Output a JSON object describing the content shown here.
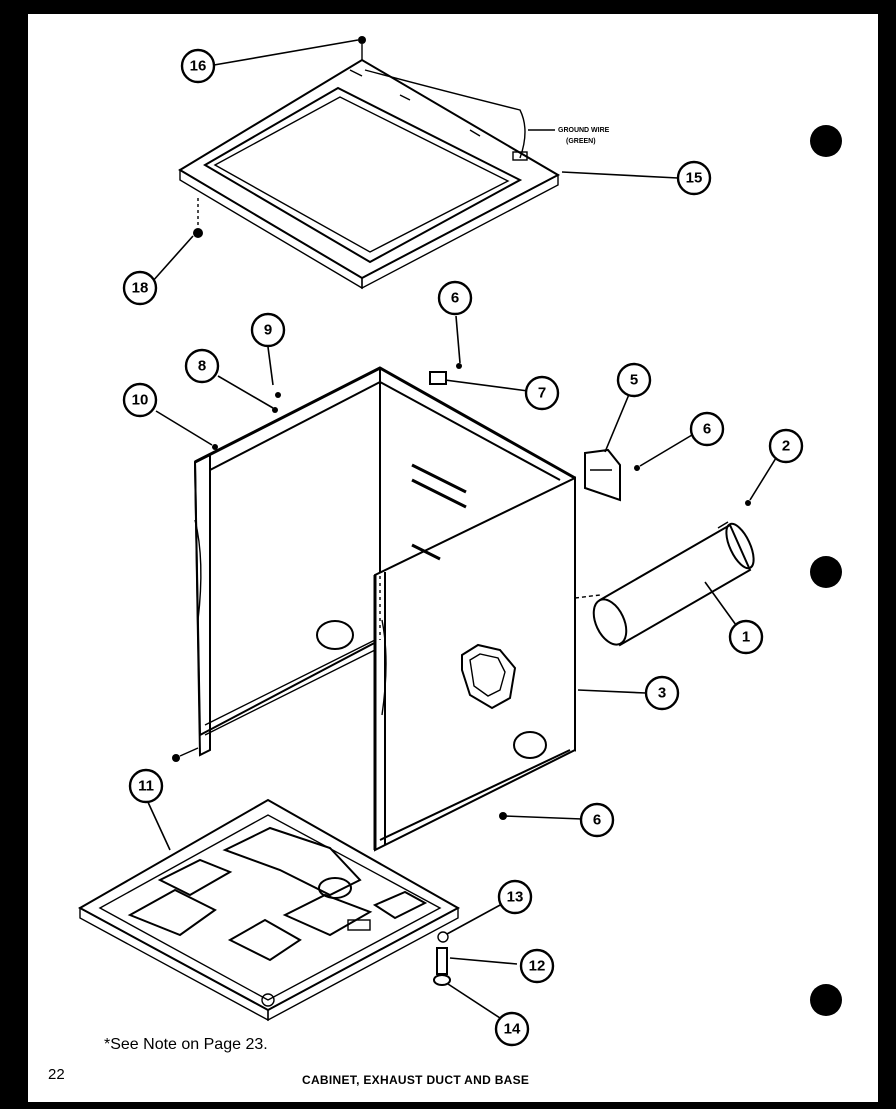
{
  "diagram": {
    "callouts": {
      "c1": "1",
      "c2": "2",
      "c3": "3",
      "c5": "5",
      "c6a": "6",
      "c6b": "6",
      "c6c": "6",
      "c7": "7",
      "c8": "8",
      "c9": "9",
      "c10": "10",
      "c11": "11",
      "c12": "12",
      "c13": "13",
      "c14": "14",
      "c15": "15",
      "c16": "16",
      "c18": "18"
    },
    "ground_wire_label": "GROUND WIRE",
    "ground_wire_color": "(GREEN)"
  },
  "footer": {
    "note": "*See Note on Page 23.",
    "page_number": "22",
    "caption": "CABINET, EXHAUST DUCT AND BASE"
  },
  "colors": {
    "ink": "#000000",
    "paper": "#ffffff"
  }
}
